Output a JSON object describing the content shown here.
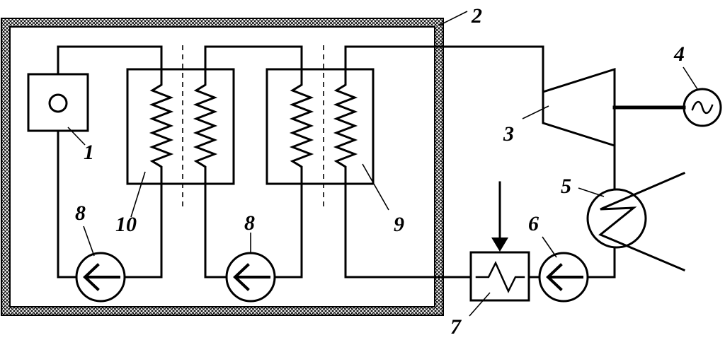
{
  "labels": {
    "reactor": "1",
    "containment": "2",
    "turbine": "3",
    "generator": "4",
    "condenser": "5",
    "feed_pump": "6",
    "feed_heater": "7",
    "circulation_pump_1": "8",
    "circulation_pump_2": "8",
    "steam_generator": "9",
    "intermediate_heat_exchanger": "10"
  },
  "icons": {
    "generator": "sine-wave-icon",
    "pump": "left-arrow-icon",
    "heat_exchanger": "zigzag-coil-icon"
  },
  "colors": {
    "stroke": "#000000",
    "background": "#ffffff"
  }
}
